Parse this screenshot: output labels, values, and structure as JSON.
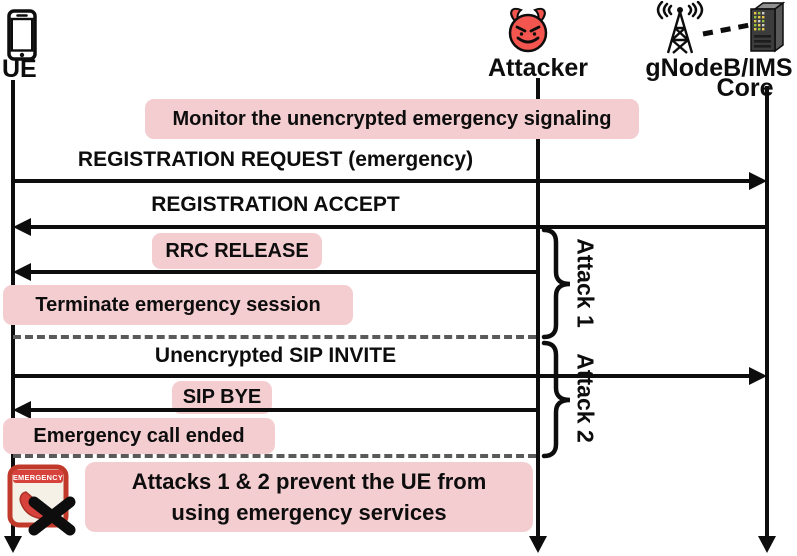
{
  "actors": {
    "ue": {
      "label": "UE"
    },
    "attacker": {
      "label": "Attacker"
    },
    "gnodeb": {
      "label_line1": "gNodeB/IMS",
      "label_line2": "Core"
    }
  },
  "messages": {
    "registration_request": "REGISTRATION REQUEST (emergency)",
    "registration_accept": "REGISTRATION ACCEPT",
    "rrc_release": "RRC RELEASE",
    "sip_invite": "Unencrypted SIP INVITE",
    "sip_bye": "SIP BYE"
  },
  "notes": {
    "monitor": "Monitor the unencrypted emergency signaling",
    "terminate": "Terminate emergency session",
    "call_ended": "Emergency call ended",
    "conclusion_line1": "Attacks 1 & 2 prevent the UE from",
    "conclusion_line2": "using emergency services"
  },
  "attacks": {
    "attack1": "Attack 1",
    "attack2": "Attack 2"
  },
  "emergency_icon": {
    "label": "EMERGENCY"
  },
  "colors": {
    "note_pink": "#f4cdd1",
    "devil_red": "#f4564f",
    "line_black": "#0d0d0d",
    "dash_gray": "#5a5a5a",
    "emergency_red": "#d8423c"
  }
}
